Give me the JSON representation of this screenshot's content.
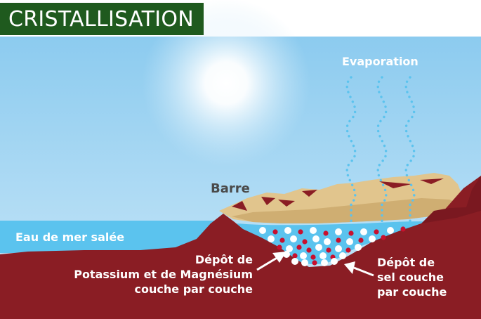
{
  "title": "CRISTALLISATION",
  "labels": {
    "evaporation": "Evaporation",
    "barre": "Barre",
    "sea": "Eau de mer salée",
    "potash_deposit": [
      "Dépôt de",
      "Potassium et de Magnésium",
      "couche par couche"
    ],
    "salt_deposit": [
      "Dépôt de",
      "sel couche",
      "par couche"
    ]
  },
  "colors": {
    "title_bg": "#1f5a1e",
    "sky": "#a9d8f2",
    "sea": "#5bc3ee",
    "ground": "#8a1d24",
    "sand": "#e1c58d",
    "salt_crystal": "#ffffff",
    "potash_crystal": "#c8102e",
    "vapor": "#5bc3ee"
  },
  "icons": {
    "sun": "sun-icon",
    "arrow": "arrow-icon"
  }
}
